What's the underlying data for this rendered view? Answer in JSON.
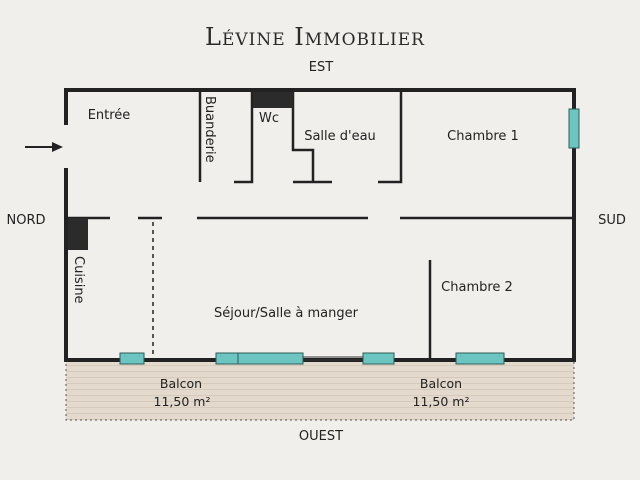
{
  "title": "Lévine Immobilier",
  "compass": {
    "north": "NORD",
    "south": "SUD",
    "east": "EST",
    "west": "OUEST"
  },
  "rooms": {
    "entree": "Entrée",
    "buanderie": "Buanderie",
    "wc": "Wc",
    "salle_deau": "Salle d'eau",
    "chambre1": "Chambre 1",
    "chambre2": "Chambre 2",
    "cuisine": "Cuisine",
    "sejour": "Séjour/Salle à manger"
  },
  "balconies": [
    {
      "name": "Balcon",
      "area": "11,50 m²"
    },
    {
      "name": "Balcon",
      "area": "11,50 m²"
    }
  ],
  "colors": {
    "background": "#f1efeb",
    "wall": "#222222",
    "window": "#6cc5c0",
    "balcony_fill": "#e2d8cc"
  }
}
